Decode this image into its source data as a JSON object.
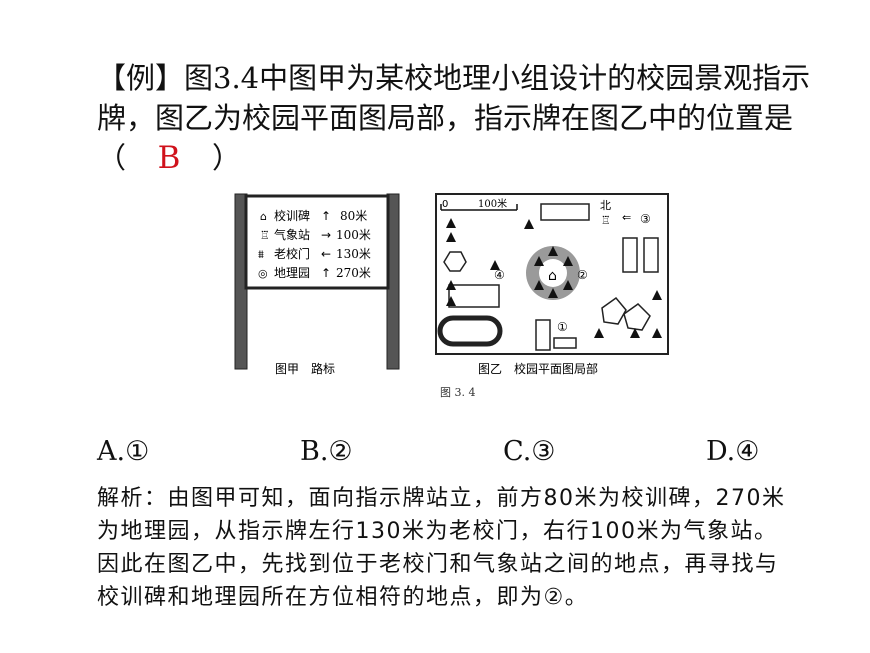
{
  "question": {
    "text_before": "【例】图3.4中图甲为某校地理小组设计的校园景观指示牌，图乙为校园平面图局部，指示牌在图乙中的位置是（",
    "answer": "B",
    "text_after": "）"
  },
  "figure": {
    "sign_rows": [
      "校训碑",
      "气象站",
      "老校门",
      "地理园"
    ],
    "sign_values": [
      "80米",
      "100米",
      "130米",
      "270米"
    ],
    "sign_arrows": [
      "↑",
      "→",
      "←",
      "↑"
    ],
    "caption_left": "图甲　路标",
    "caption_right": "图乙　校园平面图局部",
    "figure_label": "图 3. 4",
    "scale_start": "0",
    "scale_end": "100米",
    "north": "北",
    "markers": [
      "①",
      "②",
      "③",
      "④"
    ]
  },
  "options": [
    "A.①",
    "B.②",
    "C.③",
    "D.④"
  ],
  "analysis": "解析：由图甲可知，面向指示牌站立，前方80米为校训碑，270米为地理园，从指示牌左行130米为老校门，右行100米为气象站。因此在图乙中，先找到位于老校门和气象站之间的地点，再寻找与校训碑和地理园所在方位相符的地点，即为②。"
}
